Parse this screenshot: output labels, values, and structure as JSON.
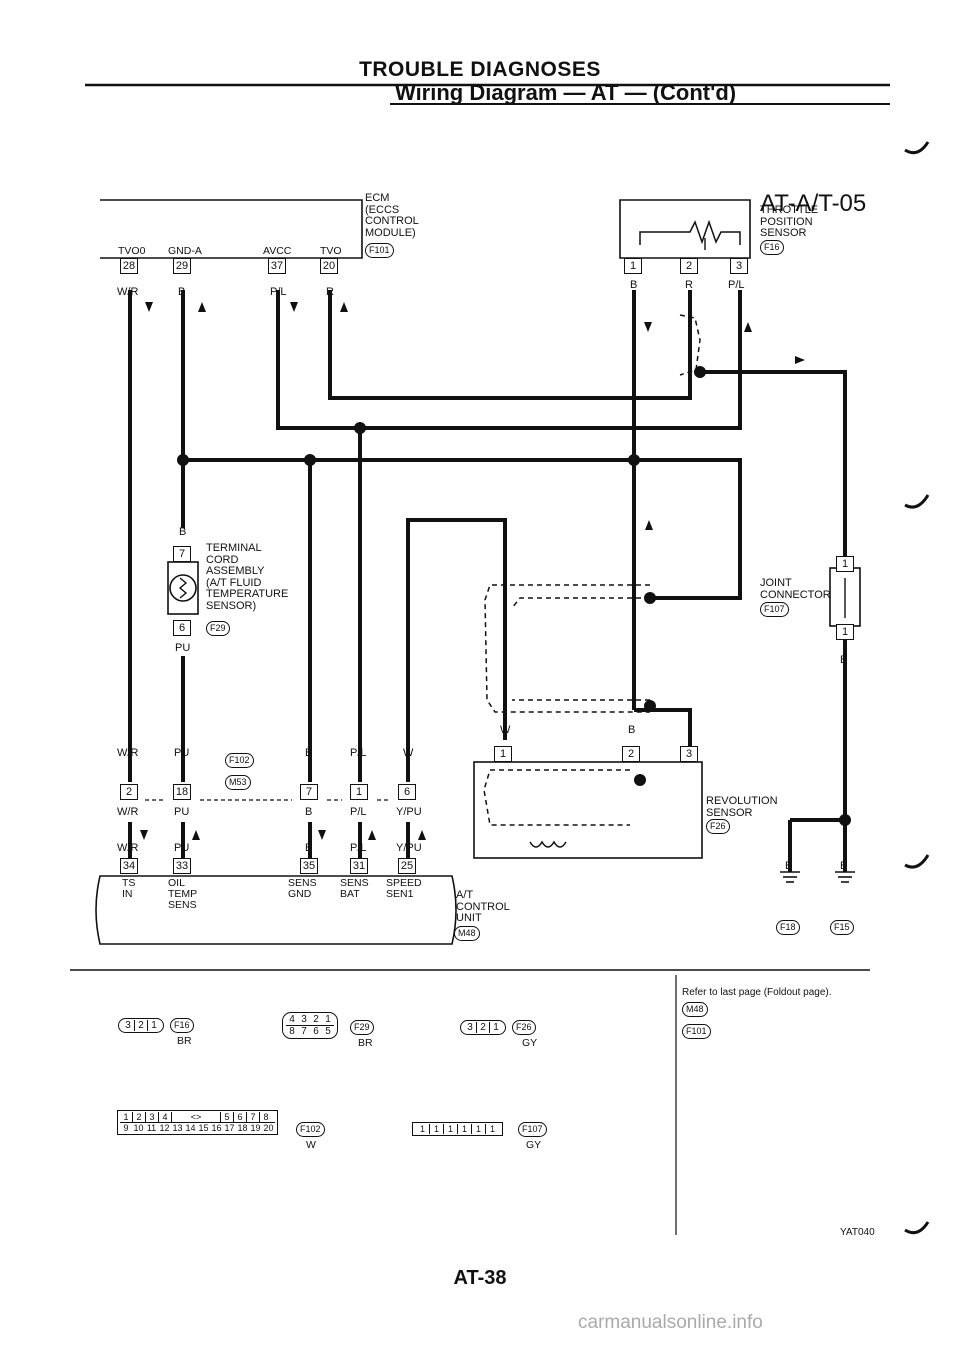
{
  "header": {
    "title": "TROUBLE DIAGNOSES",
    "subtitle": "Wiring Diagram — AT — (Cont'd)",
    "diagram_code": "AT-A/T-05"
  },
  "ecm": {
    "name": "ECM\n(ECCS\nCONTROL\nMODULE)",
    "connector": "F101",
    "terminals": [
      {
        "label": "TVO0",
        "pin": "28",
        "wire": "W/R"
      },
      {
        "label": "GND-A",
        "pin": "29",
        "wire": "B"
      },
      {
        "label": "AVCC",
        "pin": "37",
        "wire": "P/L"
      },
      {
        "label": "TVO",
        "pin": "20",
        "wire": "R"
      }
    ]
  },
  "tps": {
    "name": "THROTTLE\nPOSITION\nSENSOR",
    "connector": "F16",
    "terminals": [
      {
        "pin": "1",
        "wire": "B"
      },
      {
        "pin": "2",
        "wire": "R"
      },
      {
        "pin": "3",
        "wire": "P/L"
      }
    ]
  },
  "fluid_temp": {
    "name": "TERMINAL\nCORD\nASSEMBLY\n(A/T FLUID\nTEMPERATURE\nSENSOR)",
    "connector": "F29",
    "pin_top": "7",
    "wire_top": "B",
    "pin_bottom": "6",
    "wire_bottom": "PU"
  },
  "joint": {
    "name": "JOINT\nCONNECTOR",
    "connector": "F107",
    "pin_top": "1",
    "pin_bottom": "1",
    "wire": "B"
  },
  "rev_sensor": {
    "name": "REVOLUTION\nSENSOR",
    "connector": "F26",
    "terminals": [
      {
        "pin": "1",
        "wire": "W"
      },
      {
        "pin": "2",
        "wire": "B"
      },
      {
        "pin": "3",
        "wire": ""
      }
    ]
  },
  "mid": {
    "connector_top": "F102",
    "connector_bottom": "M53",
    "columns": [
      {
        "top_wire": "W/R",
        "pin": "2",
        "mid_wire": "W/R",
        "bot_wire": "W/R"
      },
      {
        "top_wire": "PU",
        "pin": "18",
        "mid_wire": "PU",
        "bot_wire": "PU"
      },
      {
        "top_wire": "B",
        "pin": "7",
        "mid_wire": "B",
        "bot_wire": "B"
      },
      {
        "top_wire": "P/L",
        "pin": "1",
        "mid_wire": "P/L",
        "bot_wire": "P/L"
      },
      {
        "top_wire": "W",
        "pin": "6",
        "mid_wire": "Y/PU",
        "bot_wire": "Y/PU"
      }
    ]
  },
  "atcu": {
    "name": "A/T\nCONTROL\nUNIT",
    "connector": "M48",
    "terminals": [
      {
        "pin": "34",
        "label": "TS\nIN"
      },
      {
        "pin": "33",
        "label": "OIL\nTEMP\nSENS"
      },
      {
        "pin": "35",
        "label": "SENS\nGND"
      },
      {
        "pin": "31",
        "label": "SENS\nBAT"
      },
      {
        "pin": "25",
        "label": "SPEED\nSEN1"
      }
    ]
  },
  "grounds": [
    {
      "wire": "B",
      "connector": "F18"
    },
    {
      "wire": "B",
      "connector": "F15"
    }
  ],
  "connector_views": [
    {
      "id": "F16",
      "color": "BR",
      "pins": [
        "3",
        "2",
        "1"
      ]
    },
    {
      "id": "F29",
      "color": "BR",
      "pins": [
        "4",
        "3",
        "2",
        "1",
        "8",
        "7",
        "6",
        "5"
      ]
    },
    {
      "id": "F26",
      "color": "GY",
      "pins": [
        "3",
        "2",
        "1"
      ]
    },
    {
      "id": "F102",
      "color": "W",
      "pins": [
        "1",
        "2",
        "3",
        "4",
        "5",
        "6",
        "7",
        "8",
        "9",
        "10",
        "11",
        "12",
        "13",
        "14",
        "15",
        "16",
        "17",
        "18",
        "19",
        "20"
      ]
    },
    {
      "id": "F107",
      "color": "GY",
      "pins": [
        "1",
        "1",
        "1",
        "1",
        "1",
        "1"
      ]
    }
  ],
  "refer_note": "Refer to last page (Foldout page).",
  "refer_connectors": [
    "M48",
    "F101"
  ],
  "image_code": "YAT040",
  "page_number": "AT-38",
  "watermark": "carmanualsonline.info"
}
